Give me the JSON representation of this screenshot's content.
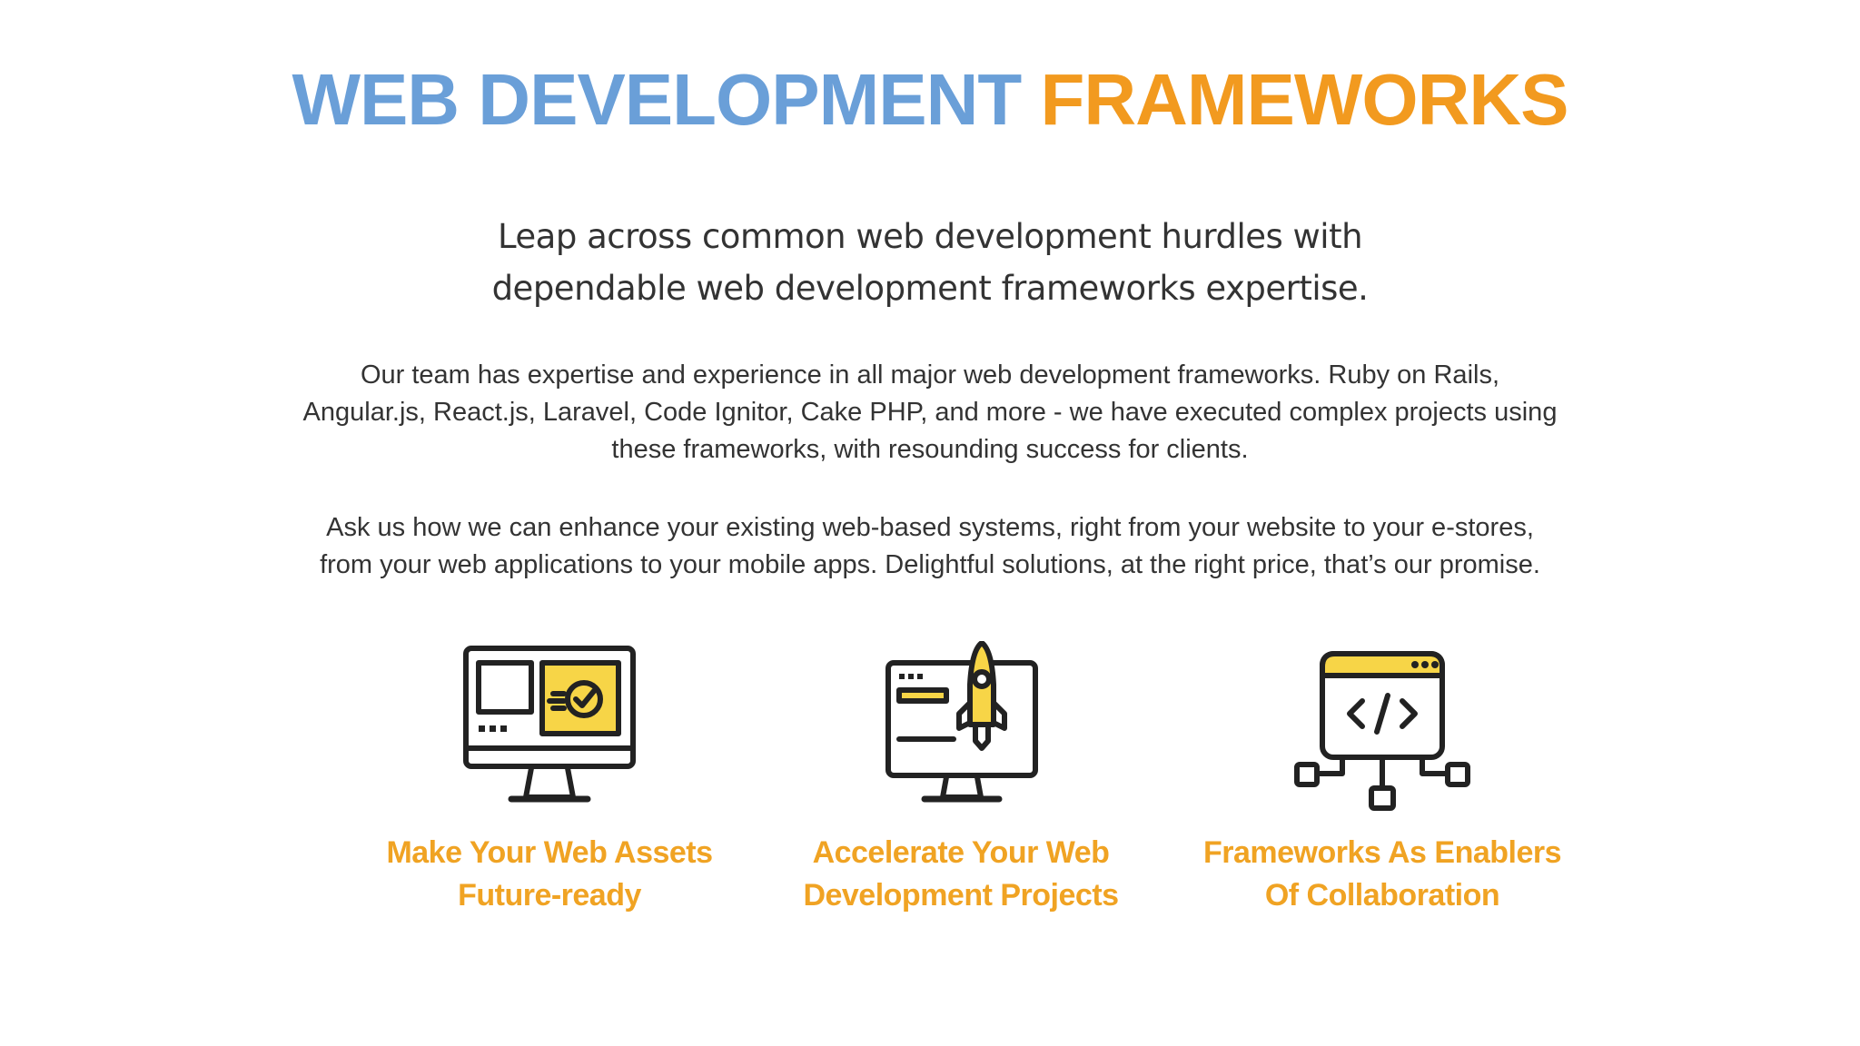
{
  "title": {
    "part_a": "WEB DEVELOPMENT",
    "part_b": "FRAMEWORKS"
  },
  "subtitle": {
    "line1": "Leap across common web development hurdles with",
    "line2": "dependable web development frameworks expertise."
  },
  "paragraphs": [
    {
      "lines": [
        "Our team has expertise and experience in all major web development frameworks. Ruby on Rails,",
        "Angular.js, React.js, Laravel, Code Ignitor, Cake PHP, and more - we have executed complex projects using",
        "these frameworks, with resounding success for clients."
      ]
    },
    {
      "lines": [
        "Ask us how we can enhance your existing web-based systems, right from your website to your e-stores,",
        "from your web applications to your mobile apps. Delightful solutions, at the right price, that’s our promise."
      ]
    }
  ],
  "features": [
    {
      "icon": "monitor-check-icon",
      "line1": "Make Your Web Assets",
      "line2": "Future-ready"
    },
    {
      "icon": "rocket-monitor-icon",
      "line1": "Accelerate Your Web",
      "line2": "Development Projects"
    },
    {
      "icon": "code-network-icon",
      "line1": "Frameworks As Enablers",
      "line2": "Of Collaboration"
    }
  ],
  "colors": {
    "title_blue": "#6a9fd8",
    "title_orange": "#f29a1f",
    "feature_label": "#f0a323",
    "icon_yellow": "#f7d547",
    "icon_stroke": "#222222",
    "body_text": "#333333"
  }
}
